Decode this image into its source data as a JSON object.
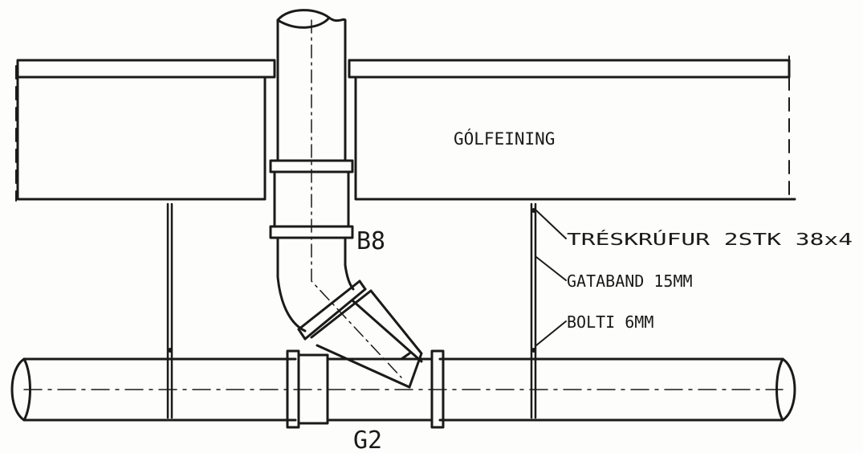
{
  "labels": {
    "floor_insulation": "GÓLFEINING",
    "fitting_b": "B8",
    "fitting_g": "G2",
    "screws": "TRÉSKRÚFUR 2STK 38x4",
    "strap": "GATABAND 15MM",
    "bolt": "BOLTI 6MM"
  },
  "colors": {
    "ink": "#1a1a1a",
    "paper": "#fdfdfb"
  }
}
